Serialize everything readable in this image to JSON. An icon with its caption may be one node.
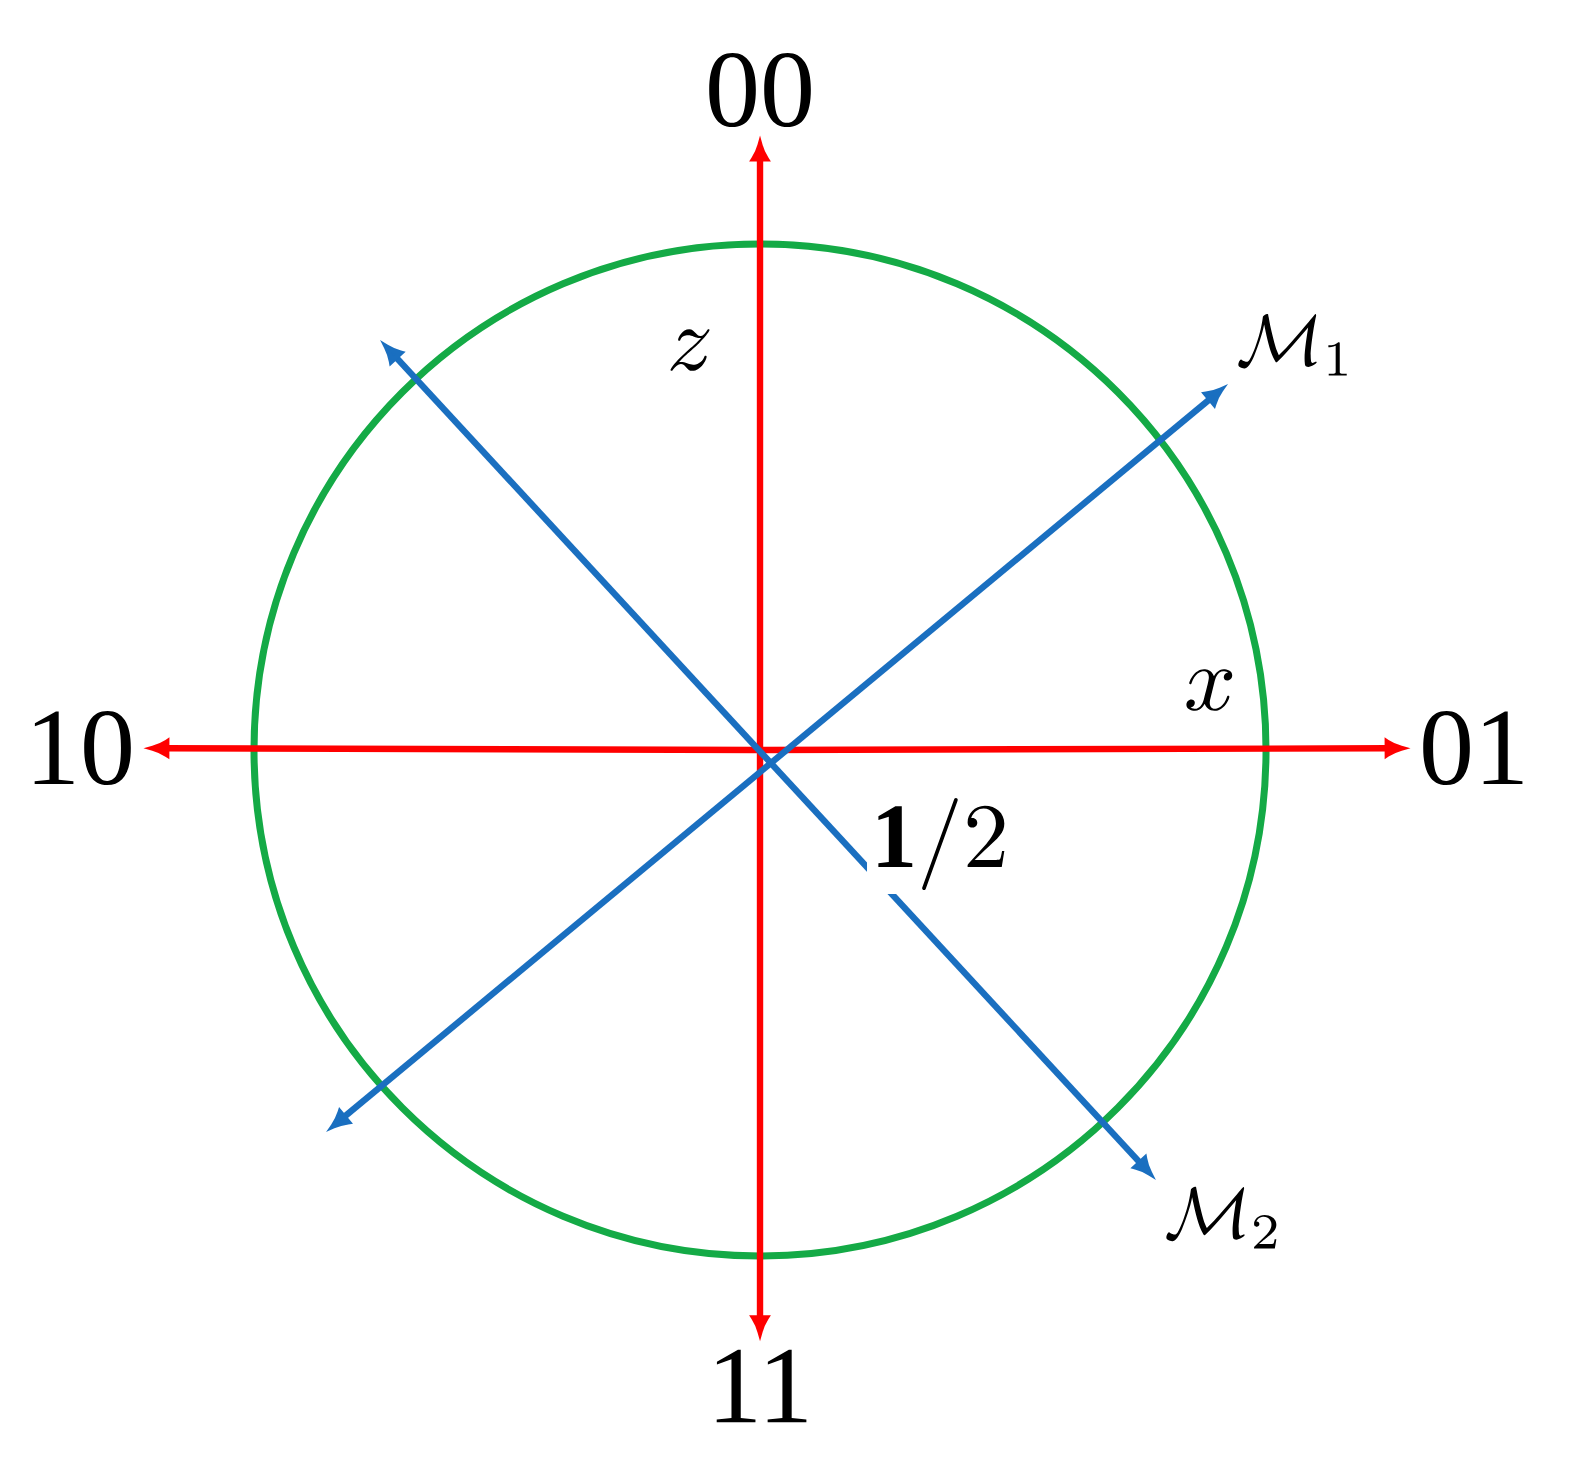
{
  "diagram": {
    "nodes": [
      {
        "text": [
          "00"
        ]
      },
      {
        "text": [
          "01"
        ]
      },
      {
        "text": [
          "10"
        ]
      },
      {
        "text": [
          "11"
        ]
      },
      {
        "text": [
          "\\mathcal{M}_1"
        ]
      },
      {
        "text": [
          "\\mathcal{M}_2"
        ]
      }
    ],
    "edges": [
      {
        "from": null,
        "to": 0,
        "arrow": "to"
      },
      {
        "from": null,
        "to": 1,
        "arrow": "to"
      },
      {
        "from": null,
        "to": 2,
        "arrow": "to"
      },
      {
        "from": null,
        "to": 3,
        "arrow": "to"
      },
      {
        "from": null,
        "to": 4,
        "arrow": "both",
        "color": "#1a6fc0"
      },
      {
        "from": null,
        "to": 5,
        "arrow": "both",
        "color": "#1a6fc0"
      }
    ],
    "labels": [
      "z",
      "x",
      "\\mathbf{1}/2"
    ]
  }
}
